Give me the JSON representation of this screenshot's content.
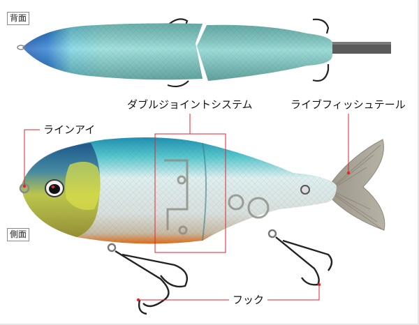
{
  "views": {
    "top": {
      "label": "背面"
    },
    "side": {
      "label": "側面"
    }
  },
  "callouts": {
    "double_joint": {
      "label": "ダブルジョイントシステム"
    },
    "live_fish_tail": {
      "label": "ライブフィッシュテール"
    },
    "line_eye": {
      "label": "ラインアイ"
    },
    "hook": {
      "label": "フック"
    }
  },
  "colors": {
    "leader_line": "#e0262b",
    "body_top_blue": "#1d6fc4",
    "body_teal": "#7fd3cf",
    "belly_orange": "#e2721f",
    "head_yellow": "#c9cf3a",
    "tail_gray": "#a9a497",
    "hook_black": "#222222"
  }
}
